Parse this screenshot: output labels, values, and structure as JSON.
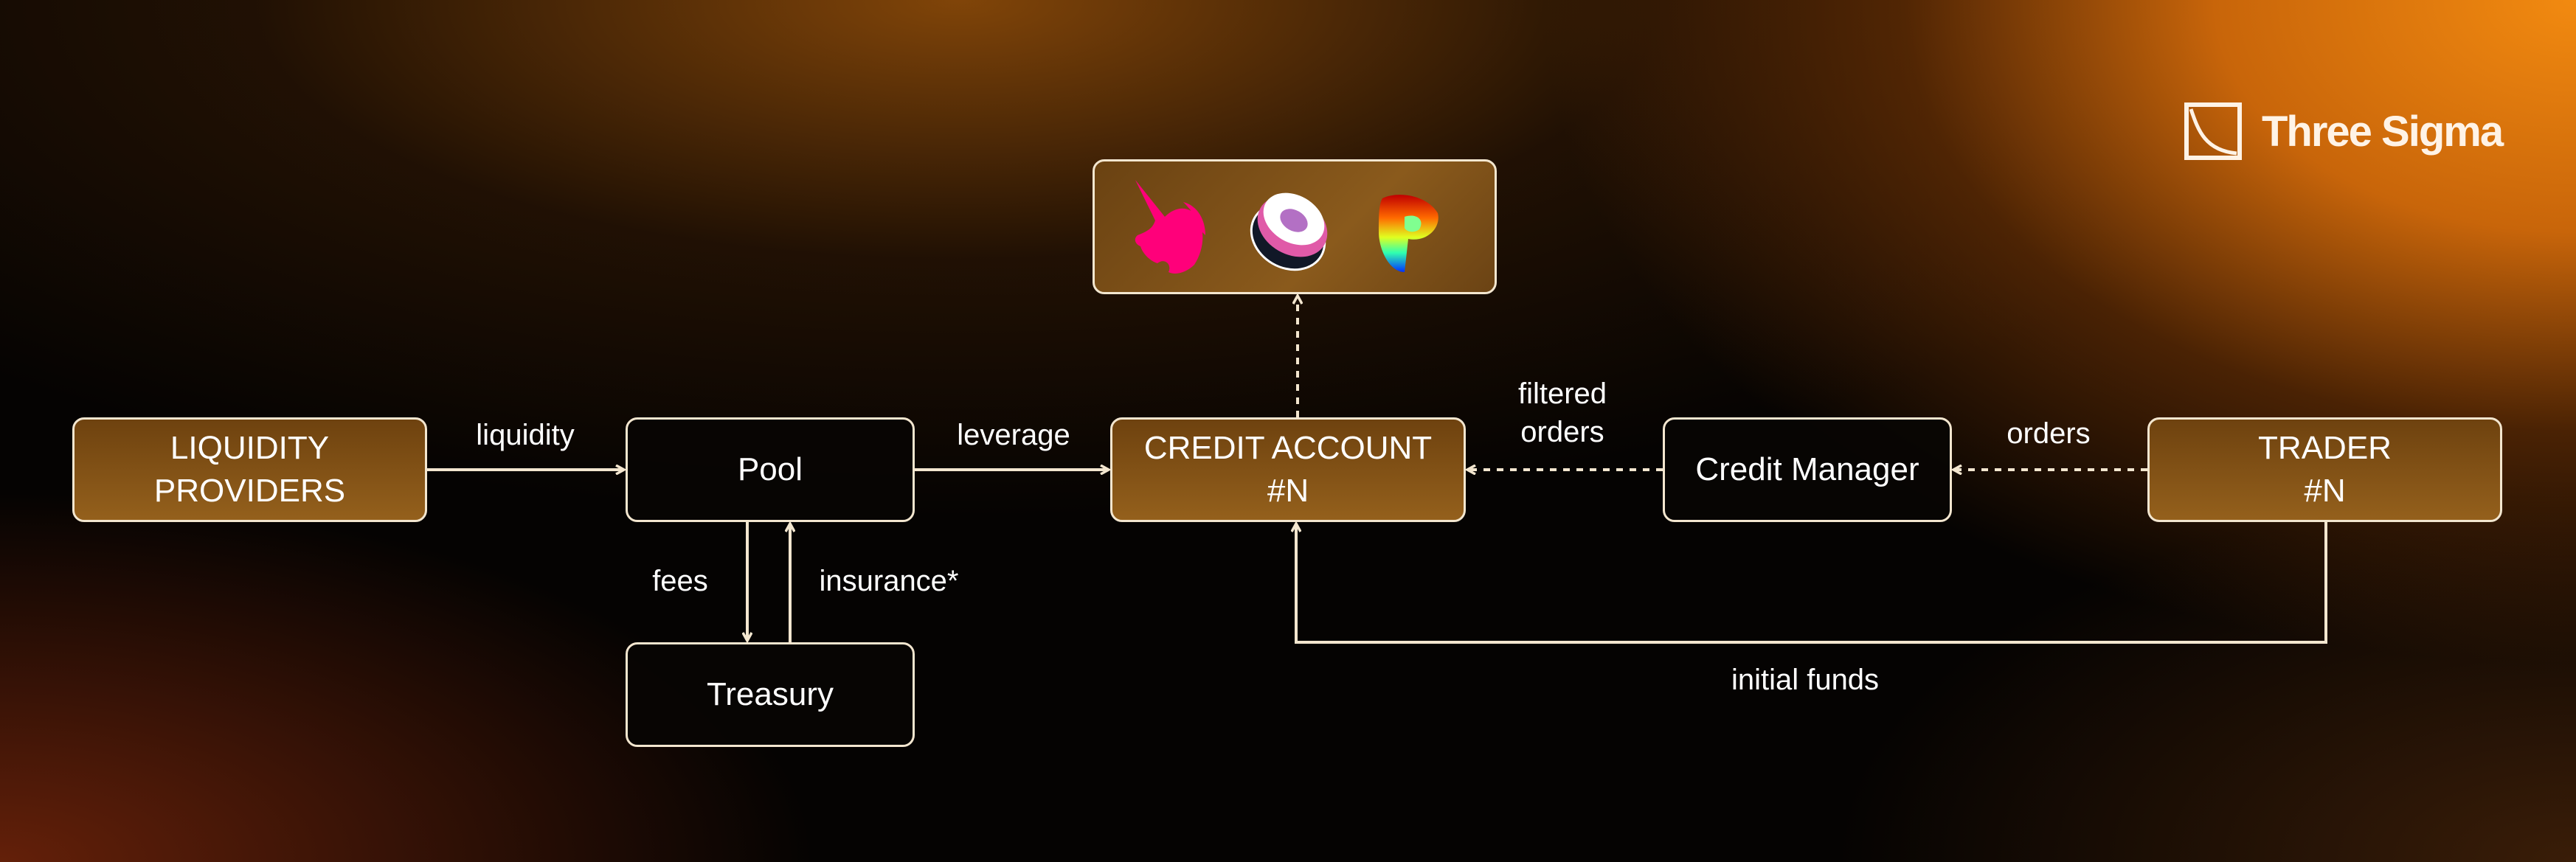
{
  "brand": {
    "name": "Three Sigma"
  },
  "nodes": {
    "liquidity_providers": {
      "line1": "LIQUIDITY",
      "line2": "PROVIDERS"
    },
    "pool": "Pool",
    "treasury": "Treasury",
    "credit_account": {
      "line1": "CREDIT ACCOUNT",
      "line2": "#N"
    },
    "credit_manager": "Credit Manager",
    "trader": {
      "line1": "TRADER",
      "line2": "#N"
    }
  },
  "protocols": [
    "uniswap-icon",
    "sushiswap-icon",
    "curve-icon"
  ],
  "edges": {
    "liquidity": "liquidity",
    "leverage": "leverage",
    "fees": "fees",
    "insurance": "insurance*",
    "filtered_orders": {
      "line1": "filtered",
      "line2": "orders"
    },
    "orders": "orders",
    "initial_funds": "initial funds"
  }
}
